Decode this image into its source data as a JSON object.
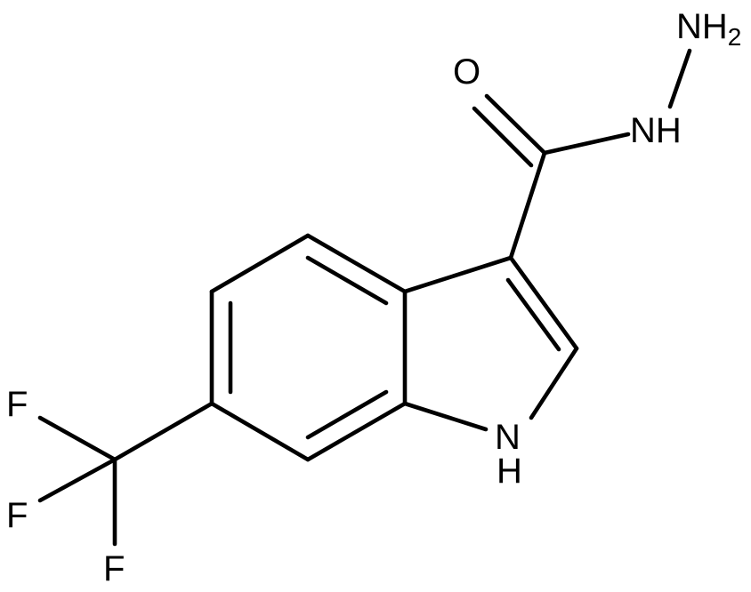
{
  "molecule": {
    "atoms": {
      "amine_nh2": {
        "symbol": "NH",
        "subscript": "2"
      },
      "hydrazide_nh": {
        "symbol": "NH"
      },
      "carbonyl_o": {
        "symbol": "O"
      },
      "indole_n": {
        "symbol": "N"
      },
      "indole_h": {
        "symbol": "H"
      },
      "fluorine_1": {
        "symbol": "F"
      },
      "fluorine_2": {
        "symbol": "F"
      },
      "fluorine_3": {
        "symbol": "F"
      }
    },
    "colors": {
      "bond": "#000000",
      "label": "#000000",
      "background": "#ffffff"
    }
  }
}
